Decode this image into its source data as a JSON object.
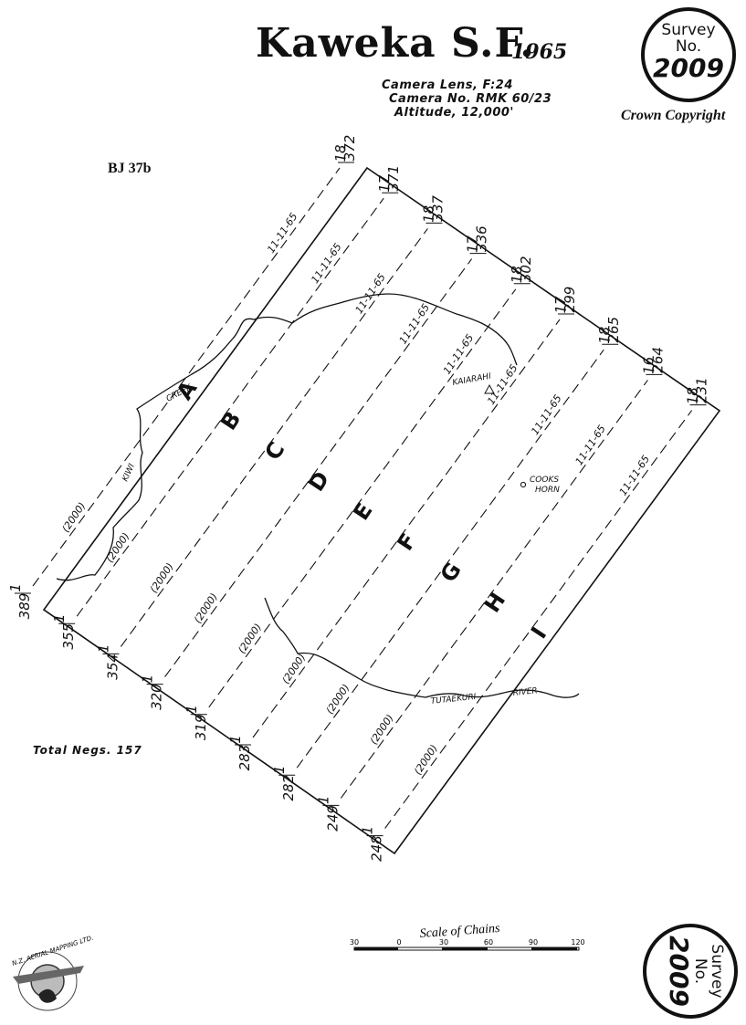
{
  "header": {
    "title": "Kaweka S.F.",
    "year": "1965",
    "camera_lens": "Camera Lens, F:24",
    "camera_no": "Camera No. RMK 60/23",
    "altitude": "Altitude, 12,000'",
    "copyright": "Crown Copyright",
    "reference": "BJ 37b"
  },
  "badge": {
    "label1": "Survey",
    "label2": "No.",
    "number": "2009"
  },
  "total_negs": "Total Negs. 157",
  "strips": {
    "letters": [
      "A",
      "B",
      "C",
      "D",
      "E",
      "F",
      "G",
      "H",
      "I"
    ],
    "dates": [
      "11-11-65",
      "11-11-65",
      "11-11-65",
      "11-11-65",
      "11-11-65",
      "11-11-65",
      "11-11-65",
      "11-11-65",
      "11-11-65"
    ],
    "altitude_label": "(2000)",
    "end_top_run": [
      "18",
      "17",
      "18",
      "17",
      "18",
      "17",
      "18",
      "16",
      "18"
    ],
    "end_top_frame": [
      "372",
      "371",
      "337",
      "336",
      "302",
      "299",
      "265",
      "264",
      "231"
    ],
    "end_bottom_run": [
      "1",
      "1",
      "1",
      "1",
      "1",
      "1",
      "1",
      "1",
      "1"
    ],
    "end_bottom_frame": [
      "389",
      "355",
      "354",
      "320",
      "319",
      "283",
      "282",
      "249",
      "248"
    ]
  },
  "places": {
    "kaiarahi": "KAIARAHI",
    "cooks_horn_1": "COOKS",
    "cooks_horn_2": "HORN",
    "kiwi": "KIWI",
    "creek": "CREEK",
    "tutaekuri": "TUTAEKURI",
    "river": "RIVER"
  },
  "scale": {
    "title": "Scale of Chains",
    "ticks": [
      "30",
      "0",
      "30",
      "60",
      "90",
      "120"
    ]
  },
  "logo": {
    "text": "N.Z. AERIAL MAPPING LTD."
  }
}
